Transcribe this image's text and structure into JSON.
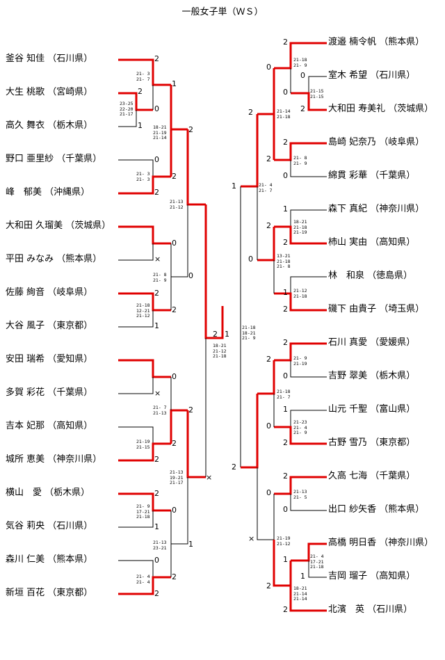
{
  "title": "一般女子単（ＷＳ）",
  "players_left": [
    {
      "name": "釜谷 知佳",
      "pref": "（石川県）"
    },
    {
      "name": "大生 桃歌",
      "pref": "（宮崎県）"
    },
    {
      "name": "高久 舞衣",
      "pref": "（栃木県）"
    },
    {
      "name": "野口 亜里紗",
      "pref": "（千葉県）"
    },
    {
      "name": "峰　郁美",
      "pref": "（沖縄県）"
    },
    {
      "name": "大和田 久瑠美",
      "pref": "（茨城県）"
    },
    {
      "name": "平田 みなみ",
      "pref": "（熊本県）"
    },
    {
      "name": "佐藤 絢音",
      "pref": "（岐阜県）"
    },
    {
      "name": "大谷 風子",
      "pref": "（東京都）"
    },
    {
      "name": "安田 瑞希",
      "pref": "（愛知県）"
    },
    {
      "name": "多賀 彩花",
      "pref": "（千葉県）"
    },
    {
      "name": "吉本 妃那",
      "pref": "（高知県）"
    },
    {
      "name": "城所 恵美",
      "pref": "（神奈川県）"
    },
    {
      "name": "横山　愛",
      "pref": "（栃木県）"
    },
    {
      "name": "気谷 莉央",
      "pref": "（石川県）"
    },
    {
      "name": "森川 仁美",
      "pref": "（熊本県）"
    },
    {
      "name": "新垣 百花",
      "pref": "（東京都）"
    }
  ],
  "players_right": [
    {
      "name": "渡邉 楠令帆",
      "pref": "（熊本県）"
    },
    {
      "name": "室木 希望",
      "pref": "（石川県）"
    },
    {
      "name": "大和田 寿美礼",
      "pref": "（茨城県）"
    },
    {
      "name": "島崎 妃奈乃",
      "pref": "（岐阜県）"
    },
    {
      "name": "綿貫 彩華",
      "pref": "（千葉県）"
    },
    {
      "name": "森下 真紀",
      "pref": "（神奈川県）"
    },
    {
      "name": "杮山 実由",
      "pref": "（高知県）"
    },
    {
      "name": "林　和泉",
      "pref": "（徳島県）"
    },
    {
      "name": "磯下 由貴子",
      "pref": "（埼玉県）"
    },
    {
      "name": "石川 真愛",
      "pref": "（愛媛県）"
    },
    {
      "name": "吉野 翠美",
      "pref": "（栃木県）"
    },
    {
      "name": "山元 千聖",
      "pref": "（富山県）"
    },
    {
      "name": "古野 雪乃",
      "pref": "（東京都）"
    },
    {
      "name": "久高 七海",
      "pref": "（千葉県）"
    },
    {
      "name": "出口 紗矢香",
      "pref": "（熊本県）"
    },
    {
      "name": "高橋 明日香",
      "pref": "（神奈川県）"
    },
    {
      "name": "吉岡 瑠子",
      "pref": "（高知県）"
    },
    {
      "name": "北濱　英",
      "pref": "（石川県）"
    }
  ],
  "scores": {
    "l_r0": "21- 3\n21- 7",
    "l_pre": "23-25\n22-20\n21-17",
    "l_r1a": "18-21\n21-19\n21-14",
    "l_r0b": "21- 3\n21- 3",
    "l_q1": "21-13\n21-12",
    "l_r0c": "21- 8\n21- 9",
    "l_r0d": "21-18\n12-21\n21-12",
    "l_final": "18-21\n21-12\n21-18",
    "l_r0e": "21- 7\n21-13",
    "l_r0f": "21-19\n21-15",
    "l_q2": "21-13\n19-21\n21-17",
    "l_r0g": "21- 9\n17-21\n21-18",
    "l_r0h": "21-13\n23-21",
    "l_r0i": "21- 4\n21- 4",
    "r_r0a": "21-18\n21- 9",
    "r_r0b": "21-15\n21-15",
    "r_r1a": "21-14\n21-18",
    "r_r0c": "21- 8\n21- 9",
    "r_sf1": "21- 4\n21- 7",
    "r_r0d": "18-21\n21-18\n21-19",
    "r_r1b": "13-21\n21-18\n21- 8",
    "r_r0e": "21-12\n21-18",
    "r_final": "21-18\n18-21\n21- 9",
    "r_r0f": "21- 9\n21-19",
    "r_r1c": "21-18\n21- 7",
    "r_r0g": "21-23\n21- 4\n21- 9",
    "r_r0h": "21-13\n21- 5",
    "r_r1d": "21-19\n21-12",
    "r_r0i": "21- 4\n17-21\n21-18",
    "r_r0j": "18-21\n21-14\n21-14"
  },
  "colors": {
    "winner": "#e00000",
    "line": "#000000"
  }
}
